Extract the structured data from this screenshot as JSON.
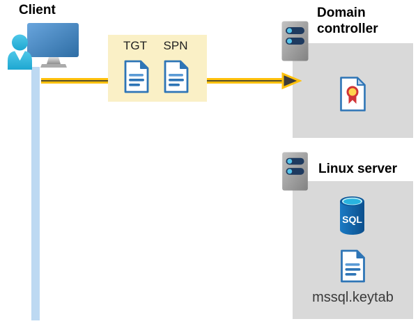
{
  "client": {
    "label": "Client",
    "icons": [
      "monitor-icon",
      "user-icon",
      "timeline-line"
    ]
  },
  "message_flow": {
    "arrow_direction": "client-to-domain-controller",
    "tickets": [
      {
        "label": "TGT",
        "icon": "document-icon"
      },
      {
        "label": "SPN",
        "icon": "document-icon"
      }
    ]
  },
  "domain_controller": {
    "label": "Domain controller",
    "icons": [
      "server-icon",
      "certificate-icon"
    ]
  },
  "linux_server": {
    "label": "Linux server",
    "sql_text": "SQL",
    "keytab_label": "mssql.keytab",
    "icons": [
      "server-icon",
      "sql-database-icon",
      "document-icon"
    ]
  },
  "colors": {
    "ticket_box_bg": "#FAF0C6",
    "zone_box_bg": "#D9D9D9",
    "arrow_yellow": "#FFC10D",
    "arrow_core": "#55502A",
    "arrowhead_fill": "#3C3C3C",
    "timeline_blue": "#BDD9F2",
    "document_blue": "#2E75B6",
    "document_line_light": "#5B9BD5",
    "monitor_blue_light": "#69A5DD",
    "monitor_blue_dark": "#2E6DA4",
    "person_cyan": "#2FBCDF",
    "server_bar_navy": "#1E3A5F",
    "server_dot_cyan": "#55C4EA",
    "certificate_gold": "#FFD44D",
    "certificate_red": "#D13438",
    "sql_body_blue": "#1068B0",
    "sql_top_cyan": "#29B3DF"
  }
}
